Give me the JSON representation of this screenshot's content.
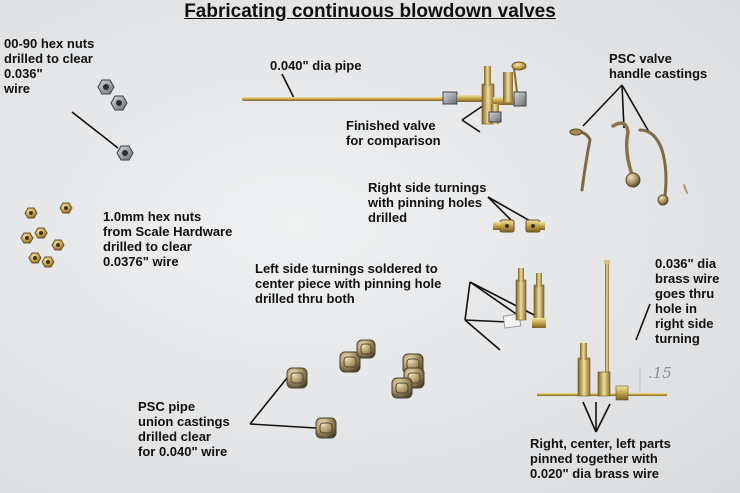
{
  "title": "Fabricating continuous blowdown valves",
  "labels": {
    "hex_nuts_0090": [
      "00-90 hex nuts",
      "drilled to clear",
      "0.036\"",
      "wire"
    ],
    "pipe": [
      "0.040\" dia pipe"
    ],
    "finished_valve": [
      "Finished valve",
      "for comparison"
    ],
    "psc_handle": [
      "PSC valve",
      "handle castings"
    ],
    "right_turnings": [
      "Right side turnings",
      "with pinning holes",
      "drilled"
    ],
    "hex_nuts_1mm": [
      "1.0mm hex nuts",
      "from Scale Hardware",
      "drilled to clear",
      "0.0376\" wire"
    ],
    "left_turnings": [
      "Left side turnings soldered to",
      "center piece with pinning hole",
      "drilled thru both"
    ],
    "brass_wire": [
      "0.036\" dia",
      "brass wire",
      "goes thru",
      "hole in",
      "right side",
      "turning"
    ],
    "pipe_union": [
      "PSC pipe",
      "union castings",
      "drilled clear",
      "for 0.040\" wire"
    ],
    "pinned_parts": [
      "Right, center, left parts",
      "pinned together with",
      "0.020\" dia brass wire"
    ]
  },
  "handwriting": ".15",
  "colors": {
    "background": "#e4e6e8",
    "text": "#111111",
    "brass": "#c9a94e",
    "steel": "#8d9096"
  }
}
